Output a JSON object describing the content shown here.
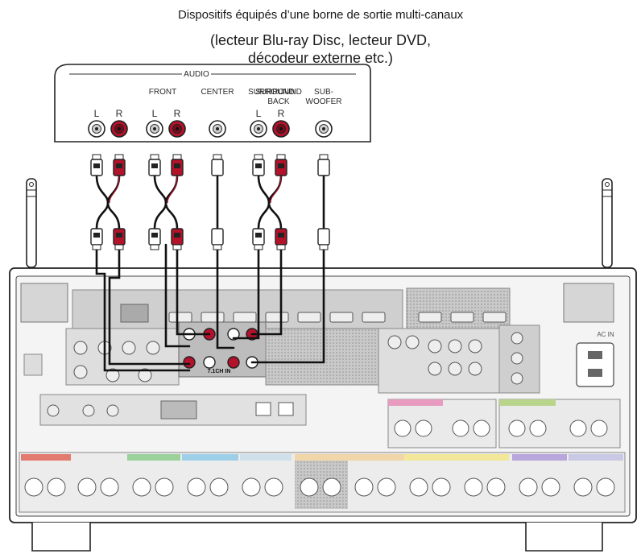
{
  "caption": {
    "line1": "Dispositifs équipés d’une borne de sortie multi-canaux",
    "line2": "(lecteur Blu-ray Disc, lecteur DVD,",
    "line3": "décodeur externe etc.)"
  },
  "source_panel": {
    "group_label": "AUDIO",
    "channels": {
      "front": "FRONT",
      "center": "CENTER",
      "surround": "SURROUND",
      "surround_back_1": "SURROUND",
      "surround_back_2": "BACK",
      "subwoofer_1": "SUB-",
      "subwoofer_2": "WOOFER"
    },
    "left": "L",
    "right": "R"
  },
  "receiver": {
    "ac_in": "AC IN",
    "seven_ch_in": "7.1CH IN"
  },
  "colors": {
    "red_jack": "#b3122b",
    "white_jack": "#e8e8e8",
    "cable": "#111111",
    "panel_gray": "#d9d9d9"
  }
}
